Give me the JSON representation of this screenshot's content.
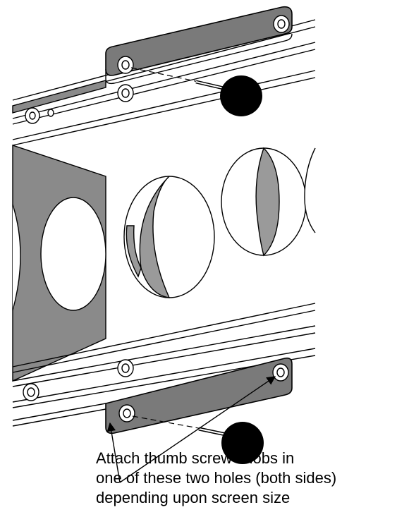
{
  "caption": {
    "line1": "Attach thumb screw knobs in",
    "line2": "one of these two holes (both sides)",
    "line3": "depending upon screen size"
  },
  "colors": {
    "ink": "#000000",
    "metal_shade": "#7a7a7a",
    "metal_light": "#a9a9a9",
    "paper": "#ffffff"
  },
  "icons": {
    "knob": "thumb-screw-knob-icon",
    "hole": "mounting-hole-icon",
    "arrow": "pointer-arrow-icon"
  }
}
